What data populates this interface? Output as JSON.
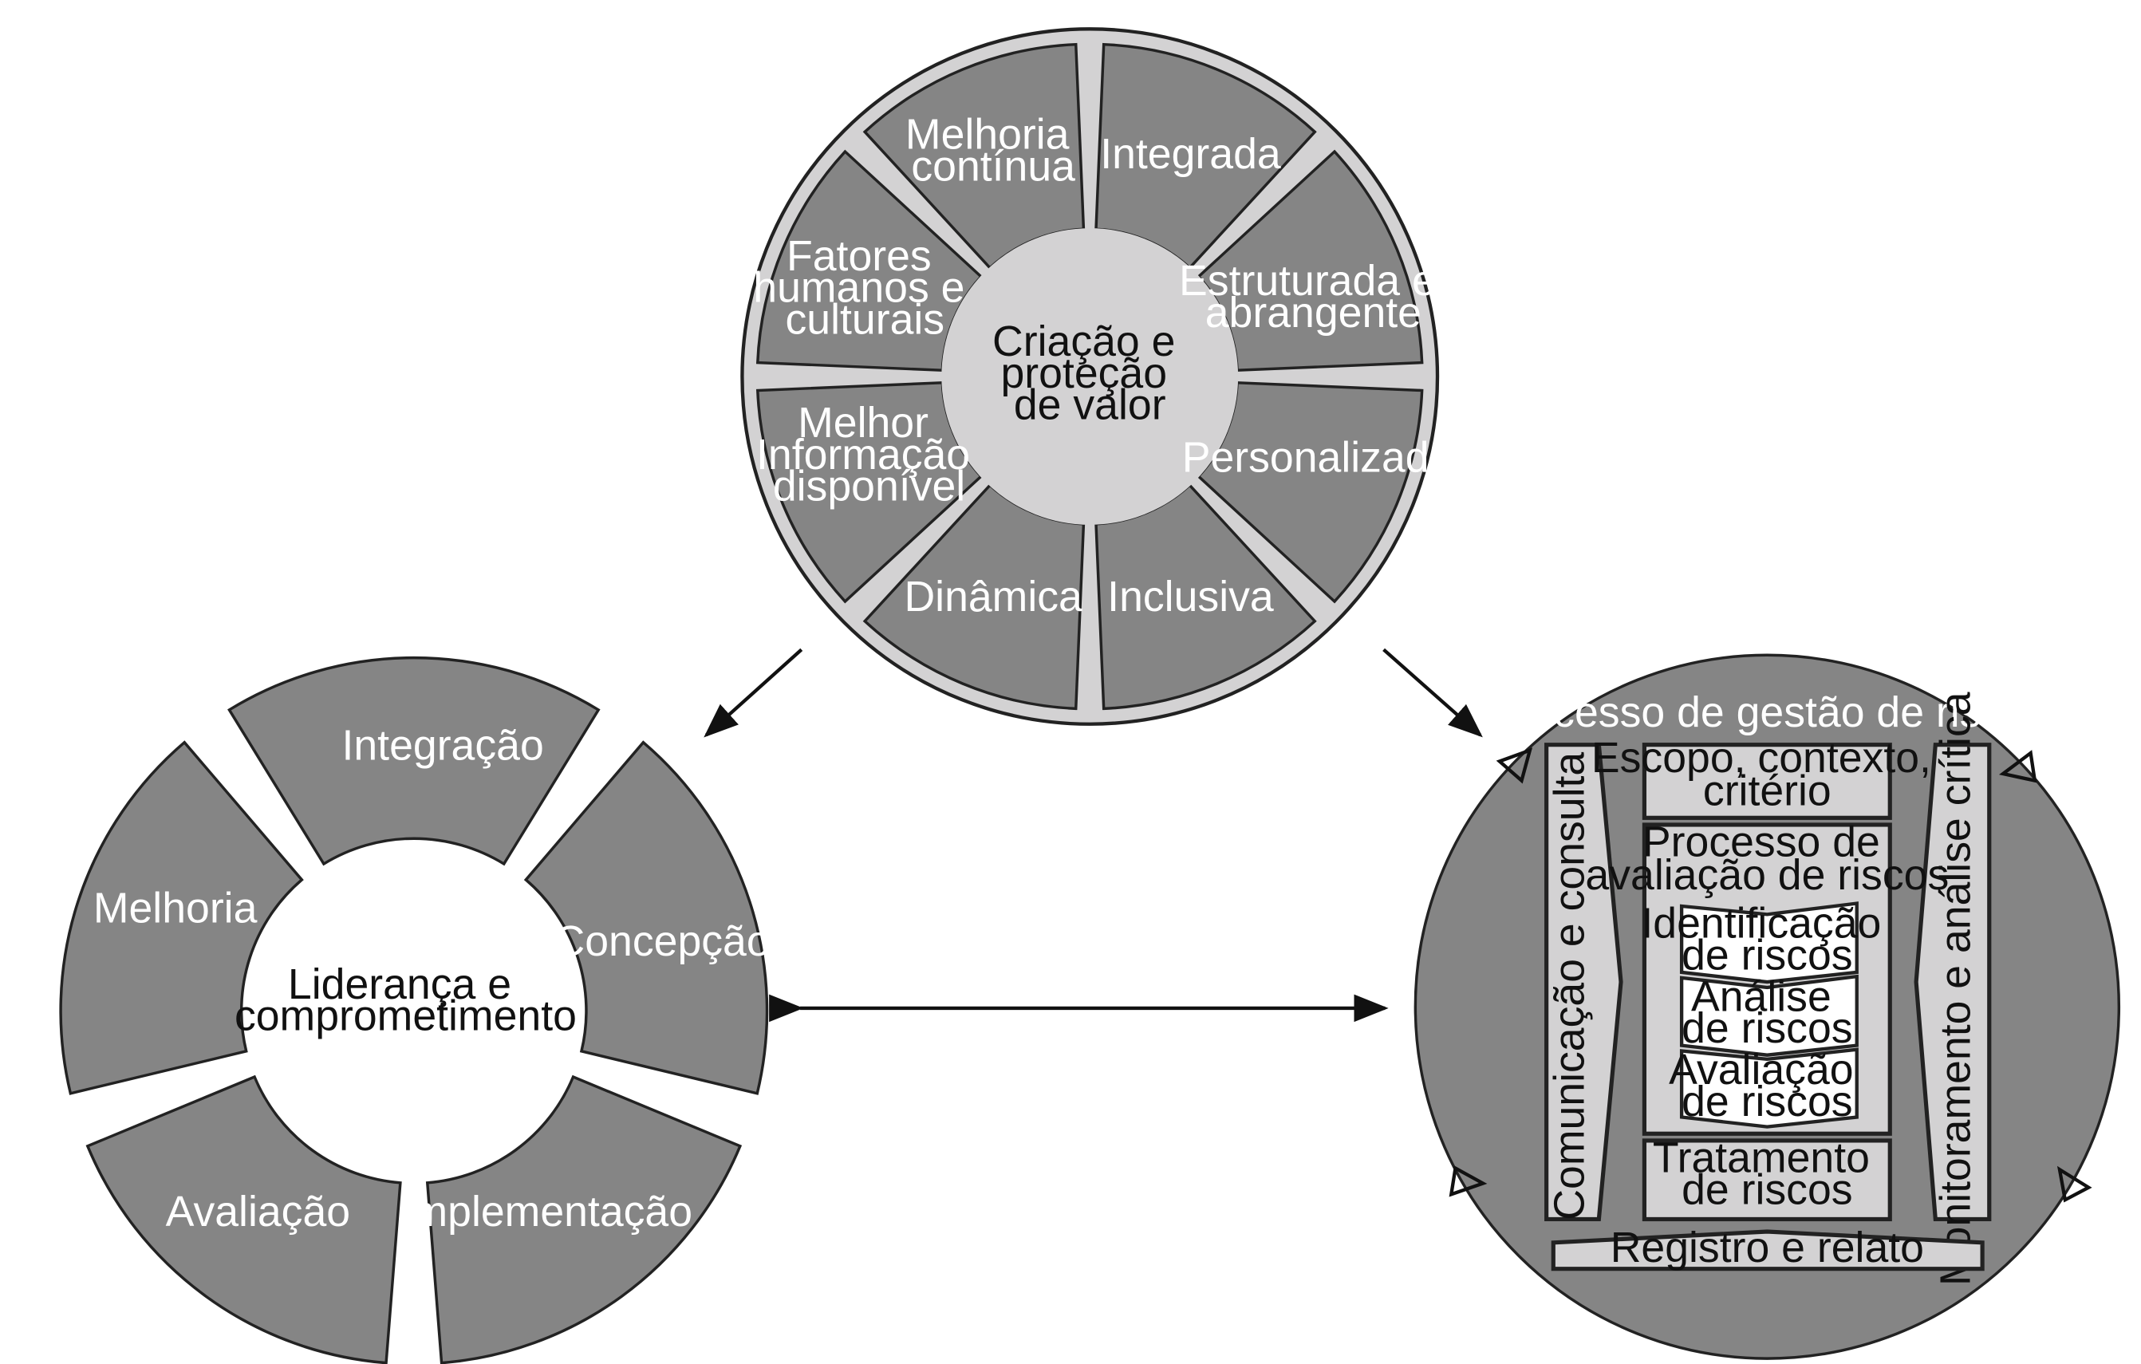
{
  "principles": {
    "center": [
      "Criação e",
      "proteção",
      "de valor"
    ],
    "segments": [
      {
        "id": "melhoria-continua",
        "lines": [
          "Melhoria",
          "contínua"
        ]
      },
      {
        "id": "integrada",
        "lines": [
          "Integrada"
        ]
      },
      {
        "id": "estruturada",
        "lines": [
          "Estruturada e",
          "abrangente"
        ]
      },
      {
        "id": "personalizada",
        "lines": [
          "Personalizada"
        ]
      },
      {
        "id": "inclusiva",
        "lines": [
          "Inclusiva"
        ]
      },
      {
        "id": "dinamica",
        "lines": [
          "Dinâmica"
        ]
      },
      {
        "id": "melhor-informacao",
        "lines": [
          "Melhor",
          "Informação",
          "disponível"
        ]
      },
      {
        "id": "fatores-humanos",
        "lines": [
          "Fatores",
          "humanos e",
          "culturais"
        ]
      }
    ]
  },
  "framework": {
    "center": [
      "Liderança e",
      "comprometimento"
    ],
    "segments": [
      {
        "id": "integracao",
        "label": "Integração"
      },
      {
        "id": "concepcao",
        "label": "Concepção"
      },
      {
        "id": "implementacao",
        "label": "Implementação"
      },
      {
        "id": "avaliacao",
        "label": "Avaliação"
      },
      {
        "id": "melhoria",
        "label": "Melhoria"
      }
    ]
  },
  "process": {
    "title": "Processo de gestão de riscos",
    "left_bar": "Comunicação e consulta",
    "right_bar": "Monitoramento e análise crítica",
    "scope": [
      "Escopo, contexto,",
      "critério"
    ],
    "assessment": [
      "Processo de",
      "avaliação de riscos"
    ],
    "steps": [
      [
        "Identificação",
        "de riscos"
      ],
      [
        "Análise",
        "de riscos"
      ],
      [
        "Avaliação",
        "de riscos"
      ]
    ],
    "treatment": [
      "Tratamento",
      "de riscos"
    ],
    "record": "Registro e relato"
  }
}
